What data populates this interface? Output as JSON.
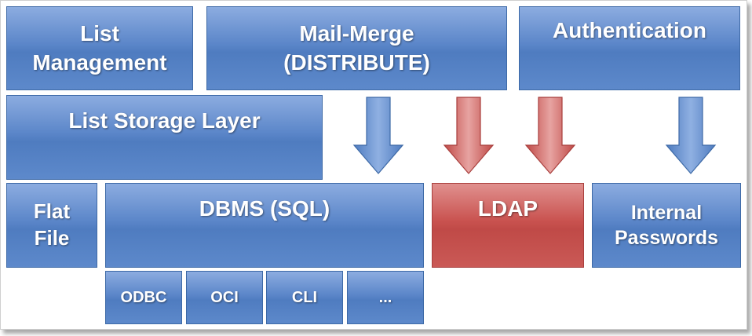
{
  "boxes": {
    "list_management": "List\nManagement",
    "mail_merge": "Mail-Merge\n(DISTRIBUTE)",
    "authentication": "Authentication",
    "list_storage_layer": "List Storage Layer",
    "flat_file": "Flat\nFile",
    "dbms_sql": "DBMS (SQL)",
    "ldap": "LDAP",
    "internal_passwords": "Internal\nPasswords",
    "odbc": "ODBC",
    "oci": "OCI",
    "cli": "CLI",
    "more": "..."
  },
  "colors": {
    "blue_box": "#5b86c9",
    "red_box": "#c9524f",
    "blue_arrow": "#5b86c9",
    "red_arrow": "#c9524f"
  }
}
